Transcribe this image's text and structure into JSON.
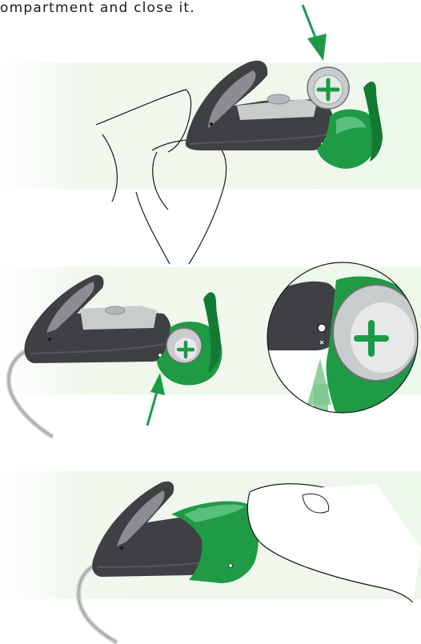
{
  "instruction_text": "ompartment and close it.",
  "colors": {
    "band": "#eef7eb",
    "device_dark": "#3f4043",
    "device_light": "#8b8d90",
    "battery_silver": "#c9cccd",
    "door_green": "#1f9a45",
    "door_green_dark": "#137a33",
    "arrow_green": "#1c9a47",
    "plus_green": "#1c9a47"
  },
  "steps": [
    {
      "illustration": "insert-battery",
      "icons": [
        "finger-outline",
        "hearing-aid",
        "battery-plus",
        "arrow-down-icon"
      ]
    },
    {
      "illustration": "battery-orientation",
      "icons": [
        "hearing-aid",
        "battery-plus",
        "arrow-up-icon",
        "magnifier-circle"
      ]
    },
    {
      "illustration": "close-door",
      "icons": [
        "hearing-aid",
        "finger-outline"
      ]
    }
  ]
}
